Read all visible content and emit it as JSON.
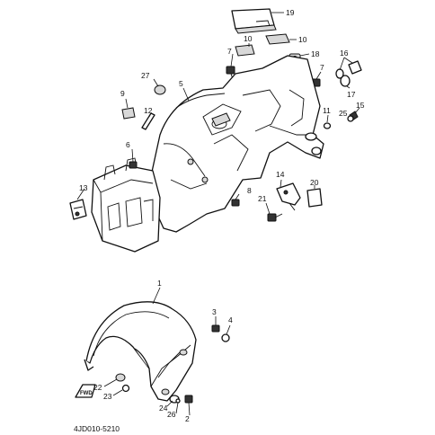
{
  "diagram_code": "4JD010-5210",
  "callouts": [
    "19",
    "10",
    "10",
    "7",
    "18",
    "16",
    "17",
    "27",
    "5",
    "7",
    "9",
    "12",
    "11",
    "15",
    "25",
    "6",
    "13",
    "14",
    "20",
    "8",
    "21",
    "1",
    "3",
    "4",
    "22",
    "23",
    "24",
    "26",
    "2"
  ],
  "fwd_label": "FWD"
}
